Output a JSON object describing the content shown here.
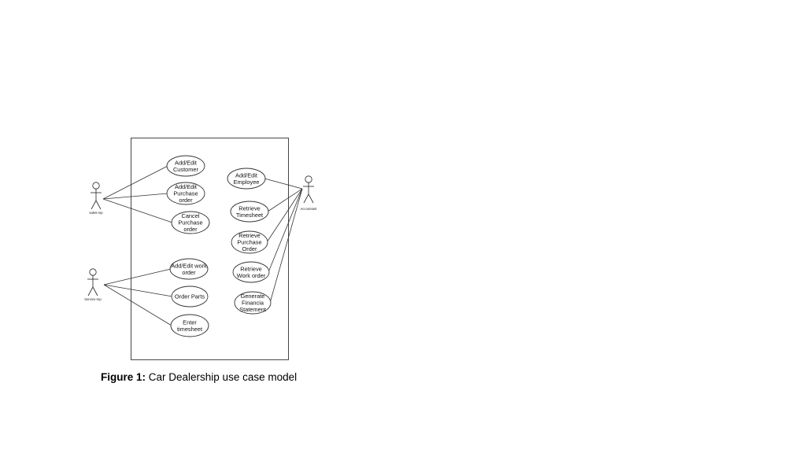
{
  "diagram": {
    "actors": [
      {
        "id": "sales",
        "label": "sales-rep"
      },
      {
        "id": "service",
        "label": "Service-rep"
      },
      {
        "id": "accountant",
        "label": "Accountant"
      }
    ],
    "use_cases": [
      {
        "id": "uc1",
        "lines": [
          "Add/Edit",
          "Customer"
        ]
      },
      {
        "id": "uc2",
        "lines": [
          "Add/Edit",
          "Purchase",
          "order"
        ]
      },
      {
        "id": "uc3",
        "lines": [
          "Cancel",
          "Purchase",
          "order"
        ]
      },
      {
        "id": "uc4",
        "lines": [
          "Add/Edit work",
          "order"
        ]
      },
      {
        "id": "uc5",
        "lines": [
          "Order Parts"
        ]
      },
      {
        "id": "uc6",
        "lines": [
          "Enter",
          "timesheet"
        ]
      },
      {
        "id": "uc7",
        "lines": [
          "Add/Edit",
          "Employee"
        ]
      },
      {
        "id": "uc8",
        "lines": [
          "Retrieve",
          "Timesheet"
        ]
      },
      {
        "id": "uc9",
        "lines": [
          "Retrieve",
          "Purchase",
          "Order"
        ]
      },
      {
        "id": "uc10",
        "lines": [
          "Retrieve",
          "Work order"
        ]
      },
      {
        "id": "uc11",
        "lines": [
          "Generate",
          "Financia",
          "Statement"
        ]
      }
    ],
    "associations": [
      [
        "sales",
        "uc1"
      ],
      [
        "sales",
        "uc2"
      ],
      [
        "sales",
        "uc3"
      ],
      [
        "service",
        "uc4"
      ],
      [
        "service",
        "uc5"
      ],
      [
        "service",
        "uc6"
      ],
      [
        "accountant",
        "uc7"
      ],
      [
        "accountant",
        "uc8"
      ],
      [
        "accountant",
        "uc9"
      ],
      [
        "accountant",
        "uc10"
      ],
      [
        "accountant",
        "uc11"
      ]
    ]
  },
  "caption": {
    "lead": "Figure 1:",
    "text": " Car Dealership use case model"
  }
}
